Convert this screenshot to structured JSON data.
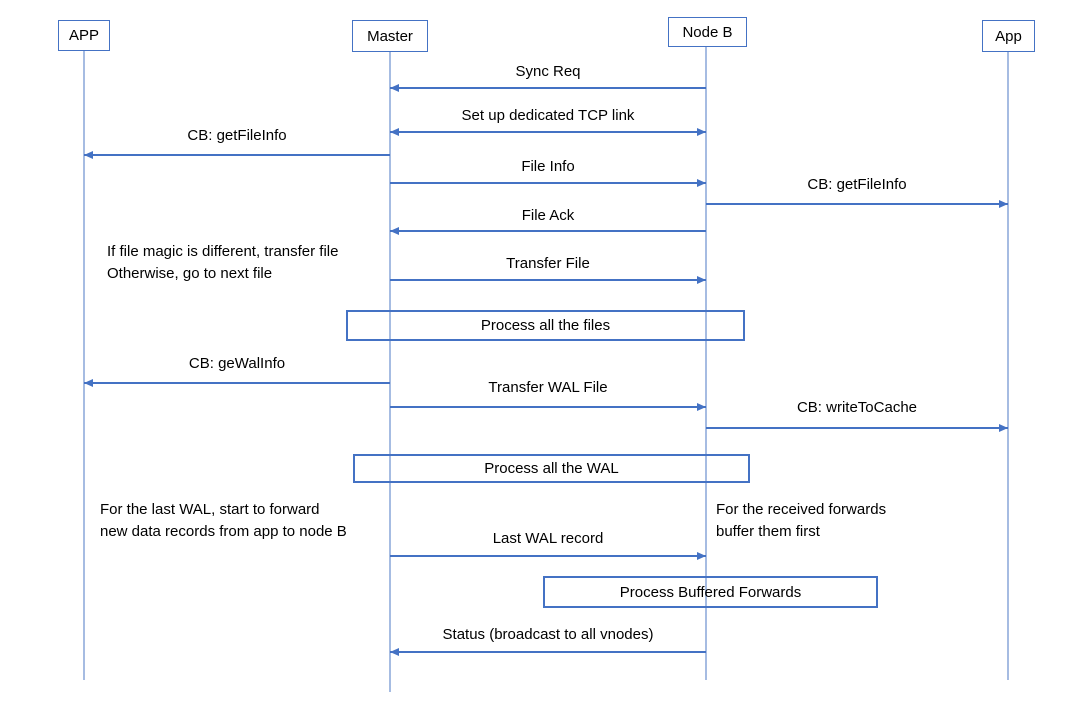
{
  "actors": {
    "app_left": "APP",
    "master": "Master",
    "node_b": "Node B",
    "app_right": "App"
  },
  "messages": {
    "sync_req": "Sync Req",
    "tcp_link": "Set up dedicated TCP link",
    "cb_get_file_info_left": "CB: getFileInfo",
    "file_info": "File Info",
    "cb_get_file_info_right": "CB: getFileInfo",
    "file_ack": "File Ack",
    "transfer_file": "Transfer File",
    "cb_ge_wal_info": "CB: geWalInfo",
    "transfer_wal_file": "Transfer WAL File",
    "cb_write_to_cache": "CB: writeToCache",
    "last_wal_record": "Last WAL record",
    "status_broadcast": "Status (broadcast to all vnodes)"
  },
  "process_boxes": {
    "files": "Process all the files",
    "wal": "Process all the WAL",
    "buffered_forwards": "Process Buffered Forwards"
  },
  "notes": {
    "file_magic": "If file magic is different, transfer file\nOtherwise, go to next file",
    "last_wal_forward": "For the last WAL, start to forward\nnew data records from app to node B",
    "received_forwards": "For the received forwards\nbuffer them first"
  },
  "colors": {
    "accent": "#4472C4",
    "lifeline": "#A6BCE2",
    "text": "#000000",
    "background": "#FFFFFF"
  }
}
